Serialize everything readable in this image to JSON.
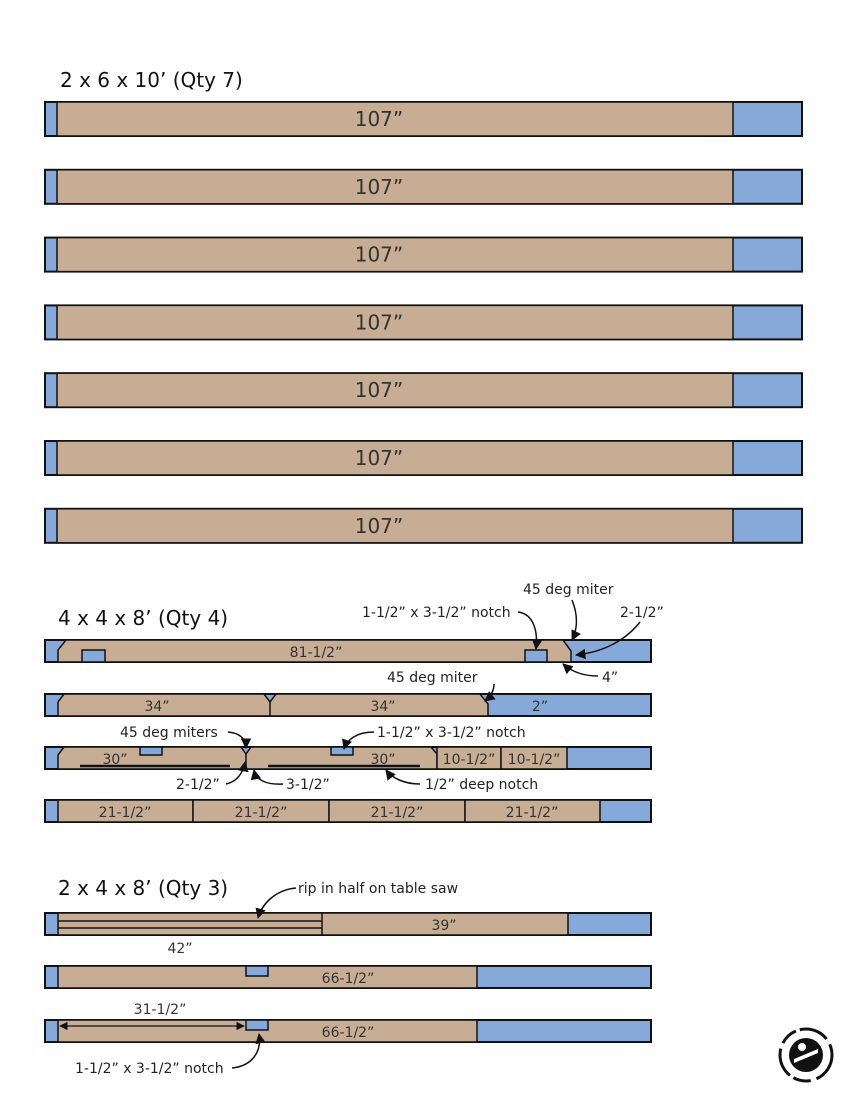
{
  "colors": {
    "wood": "#c8ad95",
    "waste": "#86a9d9",
    "outline": "#111111"
  },
  "sections": [
    {
      "title": "2 x 6 x 10’ (Qty 7)",
      "lengths": [
        "107”",
        "107”",
        "107”",
        "107”",
        "107”",
        "107”",
        "107”"
      ]
    },
    {
      "title": "4 x 4 x 8’ (Qty 4)",
      "row1": {
        "length": "81-1/2”"
      },
      "row2": {
        "lengths": [
          "34”",
          "34”"
        ],
        "end": "2”"
      },
      "row3": {
        "lengths": [
          "30”",
          "30”",
          "10-1/2”",
          "10-1/2”"
        ]
      },
      "row4": {
        "lengths": [
          "21-1/2”",
          "21-1/2”",
          "21-1/2”",
          "21-1/2”"
        ]
      }
    },
    {
      "title": "2 x 4 x 8’ (Qty 3)",
      "row1": {
        "length": "39”",
        "rip_length": "42”"
      },
      "row2": {
        "length": "66-1/2”"
      },
      "row3": {
        "length": "66-1/2”",
        "dim": "31-1/2”"
      }
    }
  ],
  "annotations": {
    "miter_45_a": "45 deg miter",
    "notch_a": "1-1/2” x 3-1/2” notch",
    "dim_2_5": "2-1/2”",
    "dim_4": "4”",
    "miter_45_b": "45 deg miter",
    "miters_45": "45 deg miters",
    "notch_b": "1-1/2” x 3-1/2” notch",
    "dim_2_5_b": "2-1/2”",
    "dim_3_5": "3-1/2”",
    "half_deep_notch": "1/2” deep notch",
    "rip": "rip in half on table saw",
    "notch_c": "1-1/2” x 3-1/2” notch"
  }
}
